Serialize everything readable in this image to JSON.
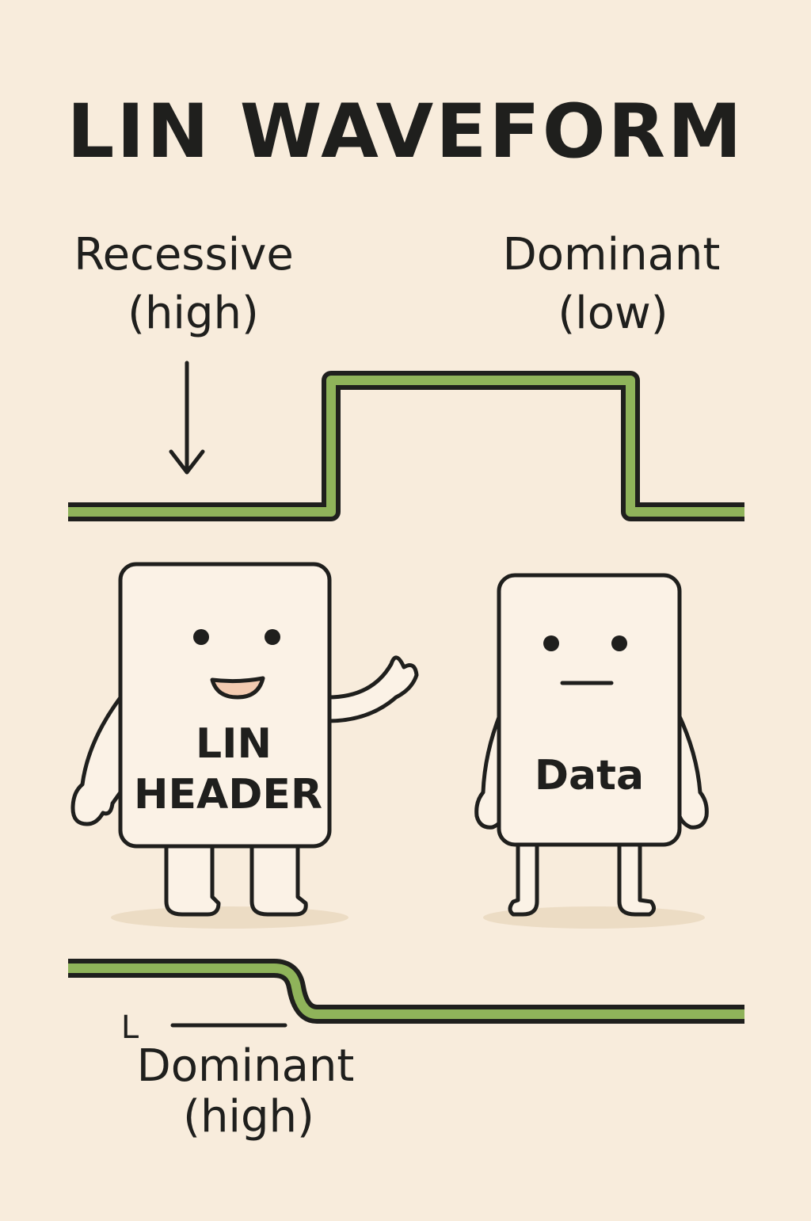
{
  "title": "LIN WAVEFORM",
  "top_waveform": {
    "left_label": [
      "Recessive",
      "(high)"
    ],
    "right_label": [
      "Dominant",
      "(low)"
    ]
  },
  "characters": [
    {
      "lines": [
        "LIN",
        "HEADER"
      ],
      "expression": "smiling-waving"
    },
    {
      "lines": [
        "Data"
      ],
      "expression": "neutral"
    }
  ],
  "bottom_waveform": {
    "marker": "L",
    "label": [
      "Dominant",
      "(high)"
    ]
  },
  "colors": {
    "background": "#f8ecdc",
    "signal": "#8fb35a",
    "ink": "#1f1f1d"
  },
  "icons": [
    "down-arrow-icon",
    "mascot-header-icon",
    "mascot-data-icon"
  ]
}
